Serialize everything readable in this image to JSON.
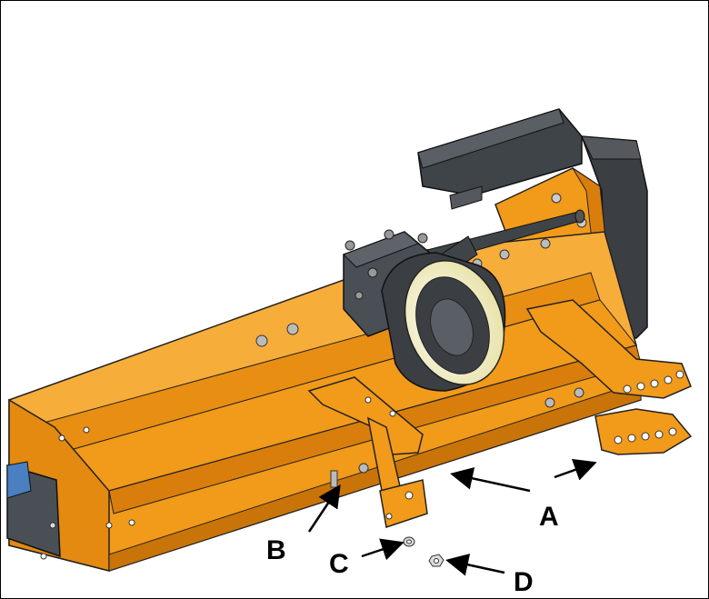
{
  "labels": {
    "A": "A",
    "B": "B",
    "C": "C",
    "D": "D"
  },
  "colors": {
    "body_orange": "#F29A19",
    "body_light": "#F7AD3A",
    "body_dark": "#D97E0C",
    "gearbox_gray": "#4A4F55",
    "guard_gray": "#3B3F44",
    "accent_blue": "#4A7FC1",
    "shield_yellow": "#F3F0C8"
  }
}
